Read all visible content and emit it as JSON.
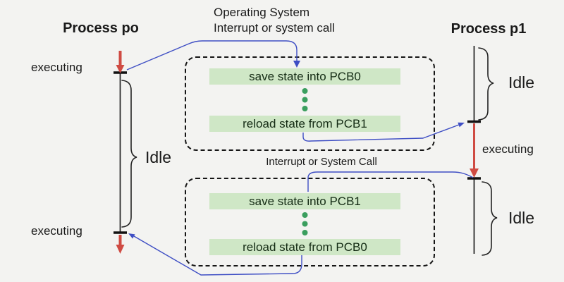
{
  "labels": {
    "process_left": "Process po",
    "process_right": "Process p1",
    "os_line1": "Operating System",
    "os_line2": "Interrupt or system call",
    "mid_interrupt": "Interrupt or System Call",
    "executing_p0_top": "executing",
    "executing_p0_bottom": "executing",
    "executing_p1": "executing",
    "idle_p0": "Idle",
    "idle_p1_top": "Idle",
    "idle_p1_bottom": "Idle"
  },
  "steps": {
    "box1_save": "save state into PCB0",
    "box1_reload": "reload state from PCB1",
    "box2_save": "save state into PCB1",
    "box2_reload": "reload state from PCB0"
  },
  "colors": {
    "bg": "#f3f3f1",
    "bar_bg": "#cfe7c6",
    "bar_text": "#142b14",
    "dot": "#3a9e5e",
    "red": "#cf4b43",
    "blue": "#3e4ec4",
    "ink": "#1a1a1a"
  }
}
